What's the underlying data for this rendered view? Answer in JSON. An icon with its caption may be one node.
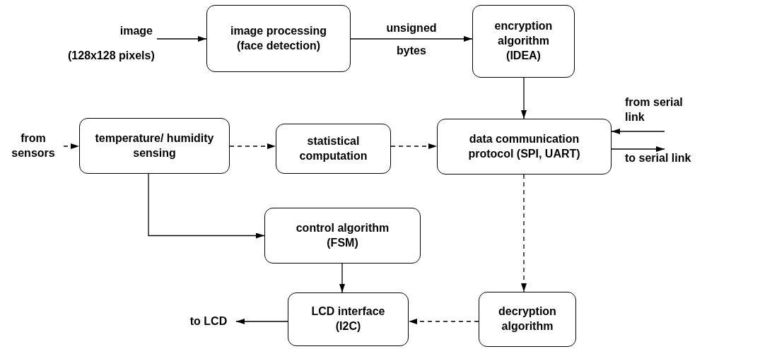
{
  "diagram": {
    "nodes": [
      {
        "text": [
          "image"
        ],
        "beside": [
          "(128x128 pixels)"
        ]
      },
      {
        "text": [
          "image processing (face detection)"
        ]
      },
      {
        "text": [
          "encryption algorithm (IDEA)"
        ]
      },
      {
        "text": [
          "from sensors"
        ]
      },
      {
        "text": [
          "temperature/ humidity sensing"
        ]
      },
      {
        "text": [
          "statistical computation"
        ]
      },
      {
        "text": [
          "data communication protocol (SPI, UART)"
        ]
      },
      {
        "text": [
          "from serial link"
        ]
      },
      {
        "text": [
          "to serial link"
        ]
      },
      {
        "text": [
          "control algorithm (FSM)"
        ]
      },
      {
        "text": [
          "to LCD"
        ]
      },
      {
        "text": [
          "LCD interface (I2C)"
        ]
      },
      {
        "text": [
          "decryption algorithm"
        ]
      }
    ],
    "edges": [
      {
        "from": 0,
        "to": 1,
        "arrow": "to"
      },
      {
        "from": 1,
        "to": 2,
        "arrow": "to",
        "label": "unsigned bytes"
      },
      {
        "from": 2,
        "to": 6,
        "arrow": "to"
      },
      {
        "from": 3,
        "to": 4,
        "arrow": "to",
        "style": "dashed"
      },
      {
        "from": 4,
        "to": 5,
        "arrow": "to",
        "style": "dashed"
      },
      {
        "from": 5,
        "to": 6,
        "arrow": "to",
        "style": "dashed"
      },
      {
        "from": 7,
        "to": 6,
        "arrow": "to"
      },
      {
        "from": 6,
        "to": 8,
        "arrow": "to"
      },
      {
        "from": 6,
        "to": 12,
        "arrow": "to",
        "style": "dashed"
      },
      {
        "from": 4,
        "to": 9,
        "arrow": "to"
      },
      {
        "from": 9,
        "to": 11,
        "arrow": "to"
      },
      {
        "from": 12,
        "to": 11,
        "arrow": "to",
        "style": "dashed"
      },
      {
        "from": 11,
        "to": 10,
        "arrow": "to"
      }
    ]
  }
}
